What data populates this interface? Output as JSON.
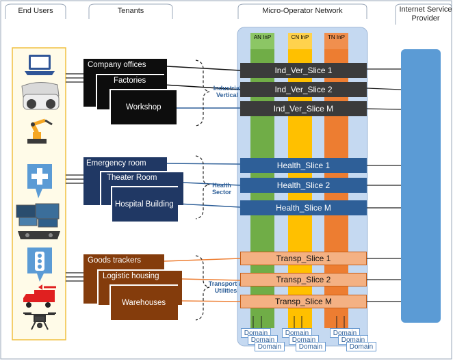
{
  "columns": {
    "end_users": "End Users",
    "tenants": "Tenants",
    "network": "Micro-Operator Network",
    "isp": "Internet Service Provider"
  },
  "inp": [
    {
      "label": "AN InP",
      "color": "#70ad47"
    },
    {
      "label": "CN InP",
      "color": "#ffc000"
    },
    {
      "label": "TN InP",
      "color": "#ed7d31"
    }
  ],
  "groups": {
    "industrial": {
      "sector": "Industrial Vertical",
      "tenants": [
        "Company offices",
        "Factories",
        "Workshop"
      ],
      "slices": [
        "Ind_Ver_Slice 1",
        "Ind_Ver_Slice 2",
        "Ind_Ver_Slice M"
      ]
    },
    "health": {
      "sector": "Health Sector",
      "tenants": [
        "Emergency room",
        "Theater Room",
        "Hospital Building"
      ],
      "slices": [
        "Health_Slice 1",
        "Health_Slice 2",
        "Health_Slice M"
      ]
    },
    "transport": {
      "sector": "Transport & Utilities",
      "tenants": [
        "Goods trackers",
        "Logistic housing",
        "Warehouses"
      ],
      "slices": [
        "Transp_Slice 1",
        "Transp_Slice 2",
        "Transp_Slice M"
      ]
    }
  },
  "domain_label": "Domain",
  "colors": {
    "industrial": "#0d0d0d",
    "health": "#203864",
    "transport": "#843c0c",
    "ind_slice": "#3b3b3b",
    "health_slice": "#2e5f98",
    "transp_slice": "#f4b183",
    "network_bg": "#c5d9f1",
    "isp": "#5b9bd5",
    "users_border": "#f0c040",
    "users_bg": "#fffbe8"
  }
}
